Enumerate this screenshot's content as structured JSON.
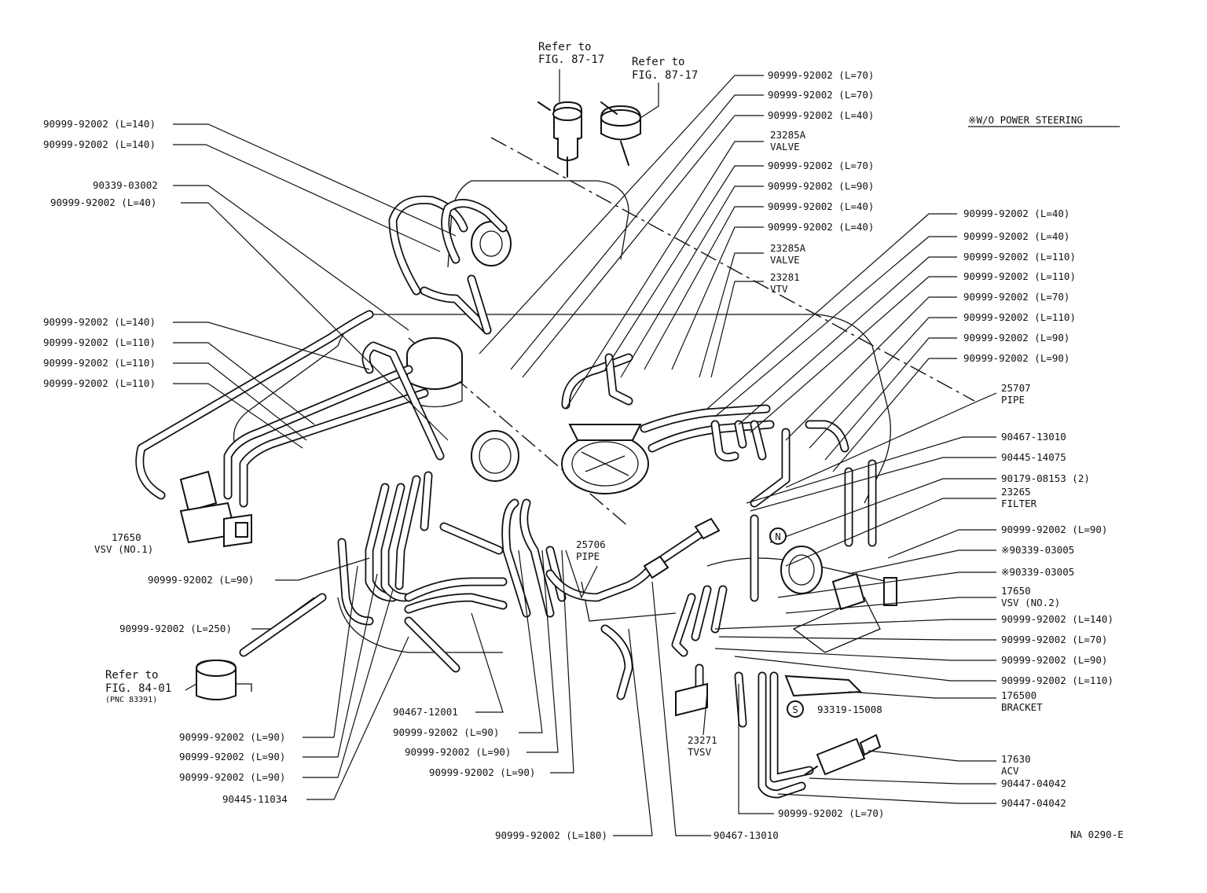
{
  "figure_code": "NA  0290-E",
  "note": "※W/O POWER STEERING",
  "refs": {
    "ref1_line1": "Refer to",
    "ref1_line2": "FIG. 87-17",
    "ref2_line1": "Refer to",
    "ref2_line2": "FIG. 87-17",
    "ref3_line1": "Refer to",
    "ref3_line2": "FIG. 84-01",
    "ref3_line3": "(PNC 83391)"
  },
  "left_labels": [
    "90999-92002 (L=140)",
    "90999-92002 (L=140)",
    "90339-03002",
    "90999-92002 (L=40)",
    "90999-92002 (L=140)",
    "90999-92002 (L=110)",
    "90999-92002 (L=110)",
    "90999-92002 (L=110)"
  ],
  "vsv1": {
    "code": "17650",
    "name": "VSV (NO.1)"
  },
  "lower_left_labels": [
    "90999-92002 (L=90)",
    "90999-92002 (L=250)",
    "90999-92002 (L=90)",
    "90999-92002 (L=90)",
    "90999-92002 (L=90)",
    "90445-11034"
  ],
  "bottom_labels": [
    "90467-12001",
    "90999-92002 (L=90)",
    "90999-92002 (L=90)",
    "90999-92002 (L=90)",
    "90999-92002 (L=180)",
    "90467-13010",
    "90999-92002 (L=70)"
  ],
  "pipe_25706": {
    "code": "25706",
    "name": "PIPE"
  },
  "tvsv": {
    "code": "23271",
    "name": "TVSV"
  },
  "top_right_labels": [
    "90999-92002 (L=70)",
    "90999-92002 (L=70)",
    "90999-92002 (L=40)",
    "23285A",
    "VALVE",
    "90999-92002 (L=70)",
    "90999-92002 (L=90)",
    "90999-92002 (L=40)",
    "90999-92002 (L=40)",
    "23285A",
    "VALVE",
    "23281",
    "VTV"
  ],
  "right_labels": [
    "90999-92002 (L=40)",
    "90999-92002 (L=40)",
    "90999-92002 (L=110)",
    "90999-92002 (L=110)",
    "90999-92002 (L=70)",
    "90999-92002 (L=110)",
    "90999-92002 (L=90)",
    "90999-92002 (L=90)",
    "25707",
    "PIPE",
    "90467-13010",
    "90445-14075",
    "90179-08153 (2)",
    "23265",
    "FILTER",
    "90999-92002 (L=90)",
    "※90339-03005",
    "※90339-03005",
    "17650",
    "VSV (NO.2)",
    "90999-92002 (L=140)",
    "90999-92002 (L=70)",
    "90999-92002 (L=90)",
    "90999-92002 (L=110)",
    "176500",
    "BRACKET",
    "93319-15008",
    "17630",
    "ACV",
    "90447-04042",
    "90447-04042"
  ],
  "symbols": {
    "n_marker": "N",
    "s_marker": "S"
  }
}
